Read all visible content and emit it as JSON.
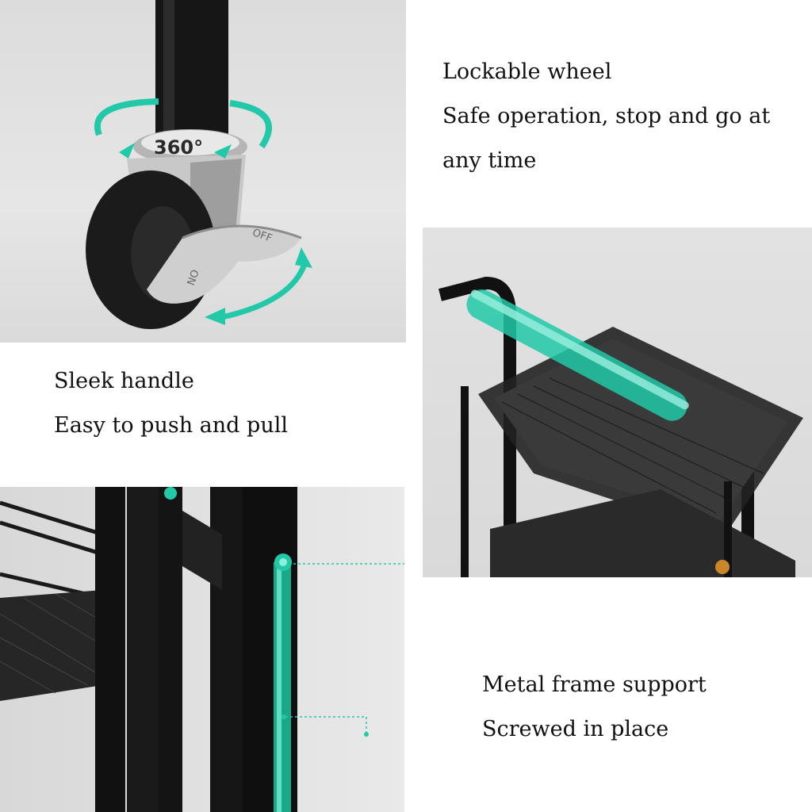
{
  "wheel": {
    "rotation_label": "360°",
    "pedal_off_label": "OFF",
    "pedal_on_label": "ON",
    "heading": "Lockable wheel",
    "line1": "Safe operation, stop and go at",
    "line2": "any time"
  },
  "handle": {
    "heading": "Sleek handle",
    "line1": "Easy to push and pull"
  },
  "frame": {
    "heading": "Metal frame support",
    "line1": "Screwed in place"
  },
  "colors": {
    "accent": "#22c9a8",
    "frame": "#111111",
    "text": "#111111"
  }
}
